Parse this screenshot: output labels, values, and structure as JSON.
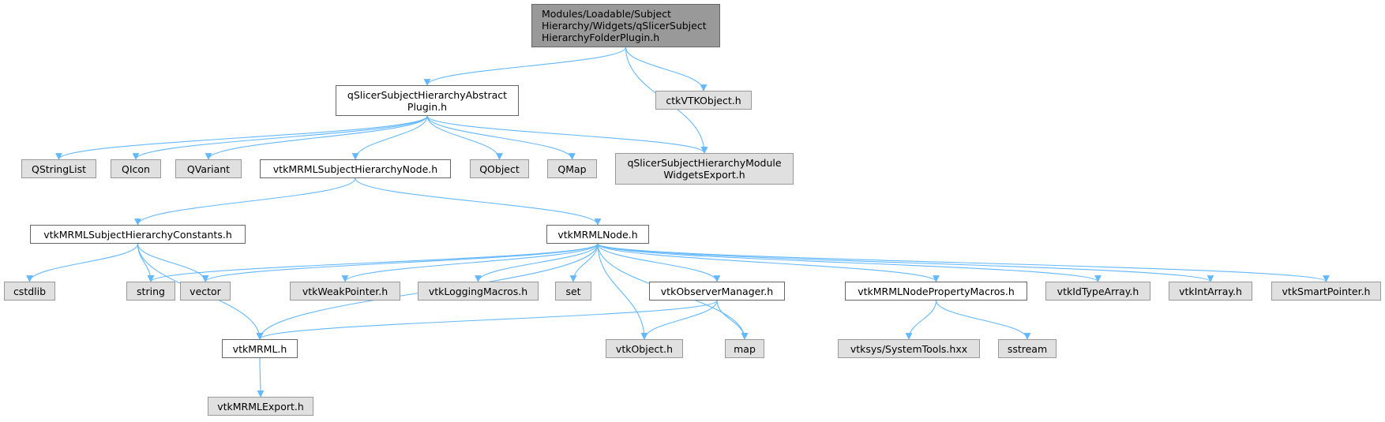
{
  "colors": {
    "edge": "#63b8ff",
    "root_fill": "#999999",
    "doc_fill": "#ffffff",
    "ext_fill": "#e0e0e0",
    "doc_border": "#666666",
    "ext_border": "#999999"
  },
  "nodes": {
    "root": "Modules/Loadable/Subject\nHierarchy/Widgets/qSlicerSubject\nHierarchyFolderPlugin.h",
    "abstract_plugin": "qSlicerSubjectHierarchyAbstract\nPlugin.h",
    "ctk_vtk_object": "ctkVTKObject.h",
    "qstringlist": "QStringList",
    "qicon": "QIcon",
    "qvariant": "QVariant",
    "sh_node": "vtkMRMLSubjectHierarchyNode.h",
    "qobject": "QObject",
    "qmap": "QMap",
    "module_widgets_export": "qSlicerSubjectHierarchyModule\nWidgetsExport.h",
    "sh_constants": "vtkMRMLSubjectHierarchyConstants.h",
    "mrml_node": "vtkMRMLNode.h",
    "cstdlib": "cstdlib",
    "string": "string",
    "vector": "vector",
    "weak_pointer": "vtkWeakPointer.h",
    "logging_macros": "vtkLoggingMacros.h",
    "set": "set",
    "observer_manager": "vtkObserverManager.h",
    "node_property_macros": "vtkMRMLNodePropertyMacros.h",
    "id_type_array": "vtkIdTypeArray.h",
    "int_array": "vtkIntArray.h",
    "smart_pointer": "vtkSmartPointer.h",
    "vtk_mrml": "vtkMRML.h",
    "vtk_object": "vtkObject.h",
    "map": "map",
    "system_tools": "vtksys/SystemTools.hxx",
    "sstream": "sstream",
    "mrml_export": "vtkMRMLExport.h"
  },
  "edges": [
    [
      "root",
      "abstract_plugin"
    ],
    [
      "root",
      "module_widgets_export"
    ],
    [
      "root",
      "ctk_vtk_object"
    ],
    [
      "abstract_plugin",
      "qstringlist"
    ],
    [
      "abstract_plugin",
      "qicon"
    ],
    [
      "abstract_plugin",
      "qvariant"
    ],
    [
      "abstract_plugin",
      "sh_node"
    ],
    [
      "abstract_plugin",
      "qobject"
    ],
    [
      "abstract_plugin",
      "qmap"
    ],
    [
      "abstract_plugin",
      "module_widgets_export"
    ],
    [
      "sh_node",
      "sh_constants"
    ],
    [
      "sh_node",
      "mrml_node"
    ],
    [
      "sh_constants",
      "cstdlib"
    ],
    [
      "sh_constants",
      "string"
    ],
    [
      "sh_constants",
      "vector"
    ],
    [
      "sh_constants",
      "vtk_mrml"
    ],
    [
      "mrml_node",
      "string"
    ],
    [
      "mrml_node",
      "vector"
    ],
    [
      "mrml_node",
      "vtk_mrml"
    ],
    [
      "mrml_node",
      "weak_pointer"
    ],
    [
      "mrml_node",
      "logging_macros"
    ],
    [
      "mrml_node",
      "set"
    ],
    [
      "mrml_node",
      "vtk_object"
    ],
    [
      "mrml_node",
      "observer_manager"
    ],
    [
      "mrml_node",
      "map"
    ],
    [
      "mrml_node",
      "node_property_macros"
    ],
    [
      "mrml_node",
      "id_type_array"
    ],
    [
      "mrml_node",
      "int_array"
    ],
    [
      "mrml_node",
      "smart_pointer"
    ],
    [
      "observer_manager",
      "vtk_mrml"
    ],
    [
      "observer_manager",
      "vtk_object"
    ],
    [
      "observer_manager",
      "map"
    ],
    [
      "node_property_macros",
      "system_tools"
    ],
    [
      "node_property_macros",
      "sstream"
    ],
    [
      "vtk_mrml",
      "mrml_export"
    ]
  ]
}
